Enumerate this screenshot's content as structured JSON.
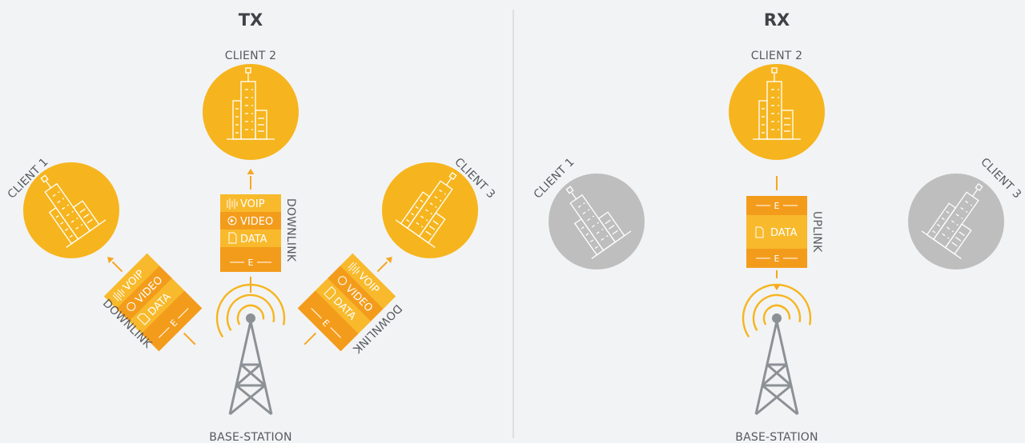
{
  "panels": {
    "tx": {
      "title": "TX",
      "base_station": "BASE-STATION",
      "clients": [
        "CLIENT 1",
        "CLIENT 2",
        "CLIENT 3"
      ],
      "link_label": "DOWNLINK",
      "packet": [
        "VOIP",
        "VIDEO",
        "DATA",
        "E"
      ]
    },
    "rx": {
      "title": "RX",
      "base_station": "BASE-STATION",
      "clients": [
        "CLIENT 1",
        "CLIENT 2",
        "CLIENT 3"
      ],
      "link_label": "UPLINK",
      "packet": [
        "E",
        "DATA",
        "E"
      ]
    }
  },
  "colors": {
    "active": "#f6b51e",
    "inactive": "#bebebe",
    "packet_light": "#f8ba2c",
    "packet_dark": "#f39c1c",
    "arrow": "#f6a623",
    "tower": "#8c9196",
    "divider": "#cfd2d5"
  }
}
